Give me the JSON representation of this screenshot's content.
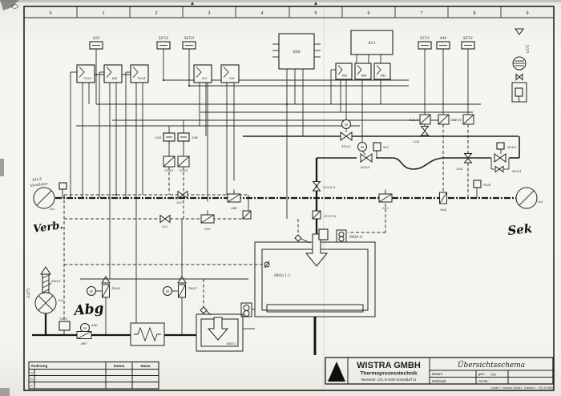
{
  "colors": {
    "paper": "#f5f4ef",
    "ink": "#1f1f1f"
  },
  "ruler": {
    "numbers": [
      "0",
      "1",
      "2",
      "3",
      "4",
      "5",
      "6",
      "7",
      "8",
      "9"
    ]
  },
  "labels": {
    "t420": "420",
    "t587_2": "587/2",
    "t587_3": "587/3",
    "t527_1": "527/1",
    "t444": "444",
    "t587_1": "587/1",
    "b508": "508",
    "b421": "421",
    "c700_2": "700/2",
    "c445": "445",
    "c700_4": "700/4",
    "c529": "529",
    "c528": "528",
    "c443": "443",
    "c444": "444",
    "c445b": "445",
    "t524": "524",
    "t504": "504",
    "d520_1": "520/1",
    "d520_2": "520/2",
    "v502": "502",
    "v522": "522",
    "v530": "530",
    "v540": "540",
    "v410_2": "410/2",
    "v410_1": "410/1",
    "t902": "902",
    "d529_2": "529/2",
    "d903": "903",
    "d529_1": "529/1",
    "v524": "524",
    "v504": "504",
    "v901_2": "901/2",
    "v901_1": "901/1",
    "v510": "510/1-6",
    "v511": "511/1-6",
    "v512": "512",
    "v904": "904",
    "t90_4": "90/4",
    "fan_m1": "m1",
    "fan_m2": "m2",
    "fan_m3": "m3",
    "motor": "M",
    "t680_1": "680/1",
    "v180_2": "180/2",
    "v780_1": "780/1",
    "t700_1": "700/1",
    "t686": "686",
    "v687": "687",
    "t840_2": "840/2",
    "t908": "908/1-6",
    "t900a": "900/a 1-3"
  },
  "handwritten": {
    "fan_note_line1": "181/1",
    "fan_note_line2": "Ventilator",
    "supply": "Verb.",
    "exhaust": "Abg",
    "secondary": "Sek",
    "gas_right": "G/75",
    "gas_left": "G3/71"
  },
  "title_block": {
    "company": "WISTRA GMBH",
    "division": "Thermoprozesstechnik",
    "address": "Wiesenstr. 134, D-4000 Düsseldorf 11",
    "drawing_title": "Übersichtsschema",
    "field_date_label": "Datum:",
    "field_drawn_label": "gez.:",
    "field_drawn_value": "Ga",
    "field_scale_label": "Maßstab:",
    "field_artnr_label": "Art.Nr.:",
    "print_note": "Lutze + Jochen GmbH · Kassel 1 · RZ 24.805"
  },
  "revision_table": {
    "col_change": "Änderung",
    "col_date": "Datum",
    "col_name": "Name",
    "row_a": "a",
    "row_b": "b",
    "row_c": "c"
  }
}
